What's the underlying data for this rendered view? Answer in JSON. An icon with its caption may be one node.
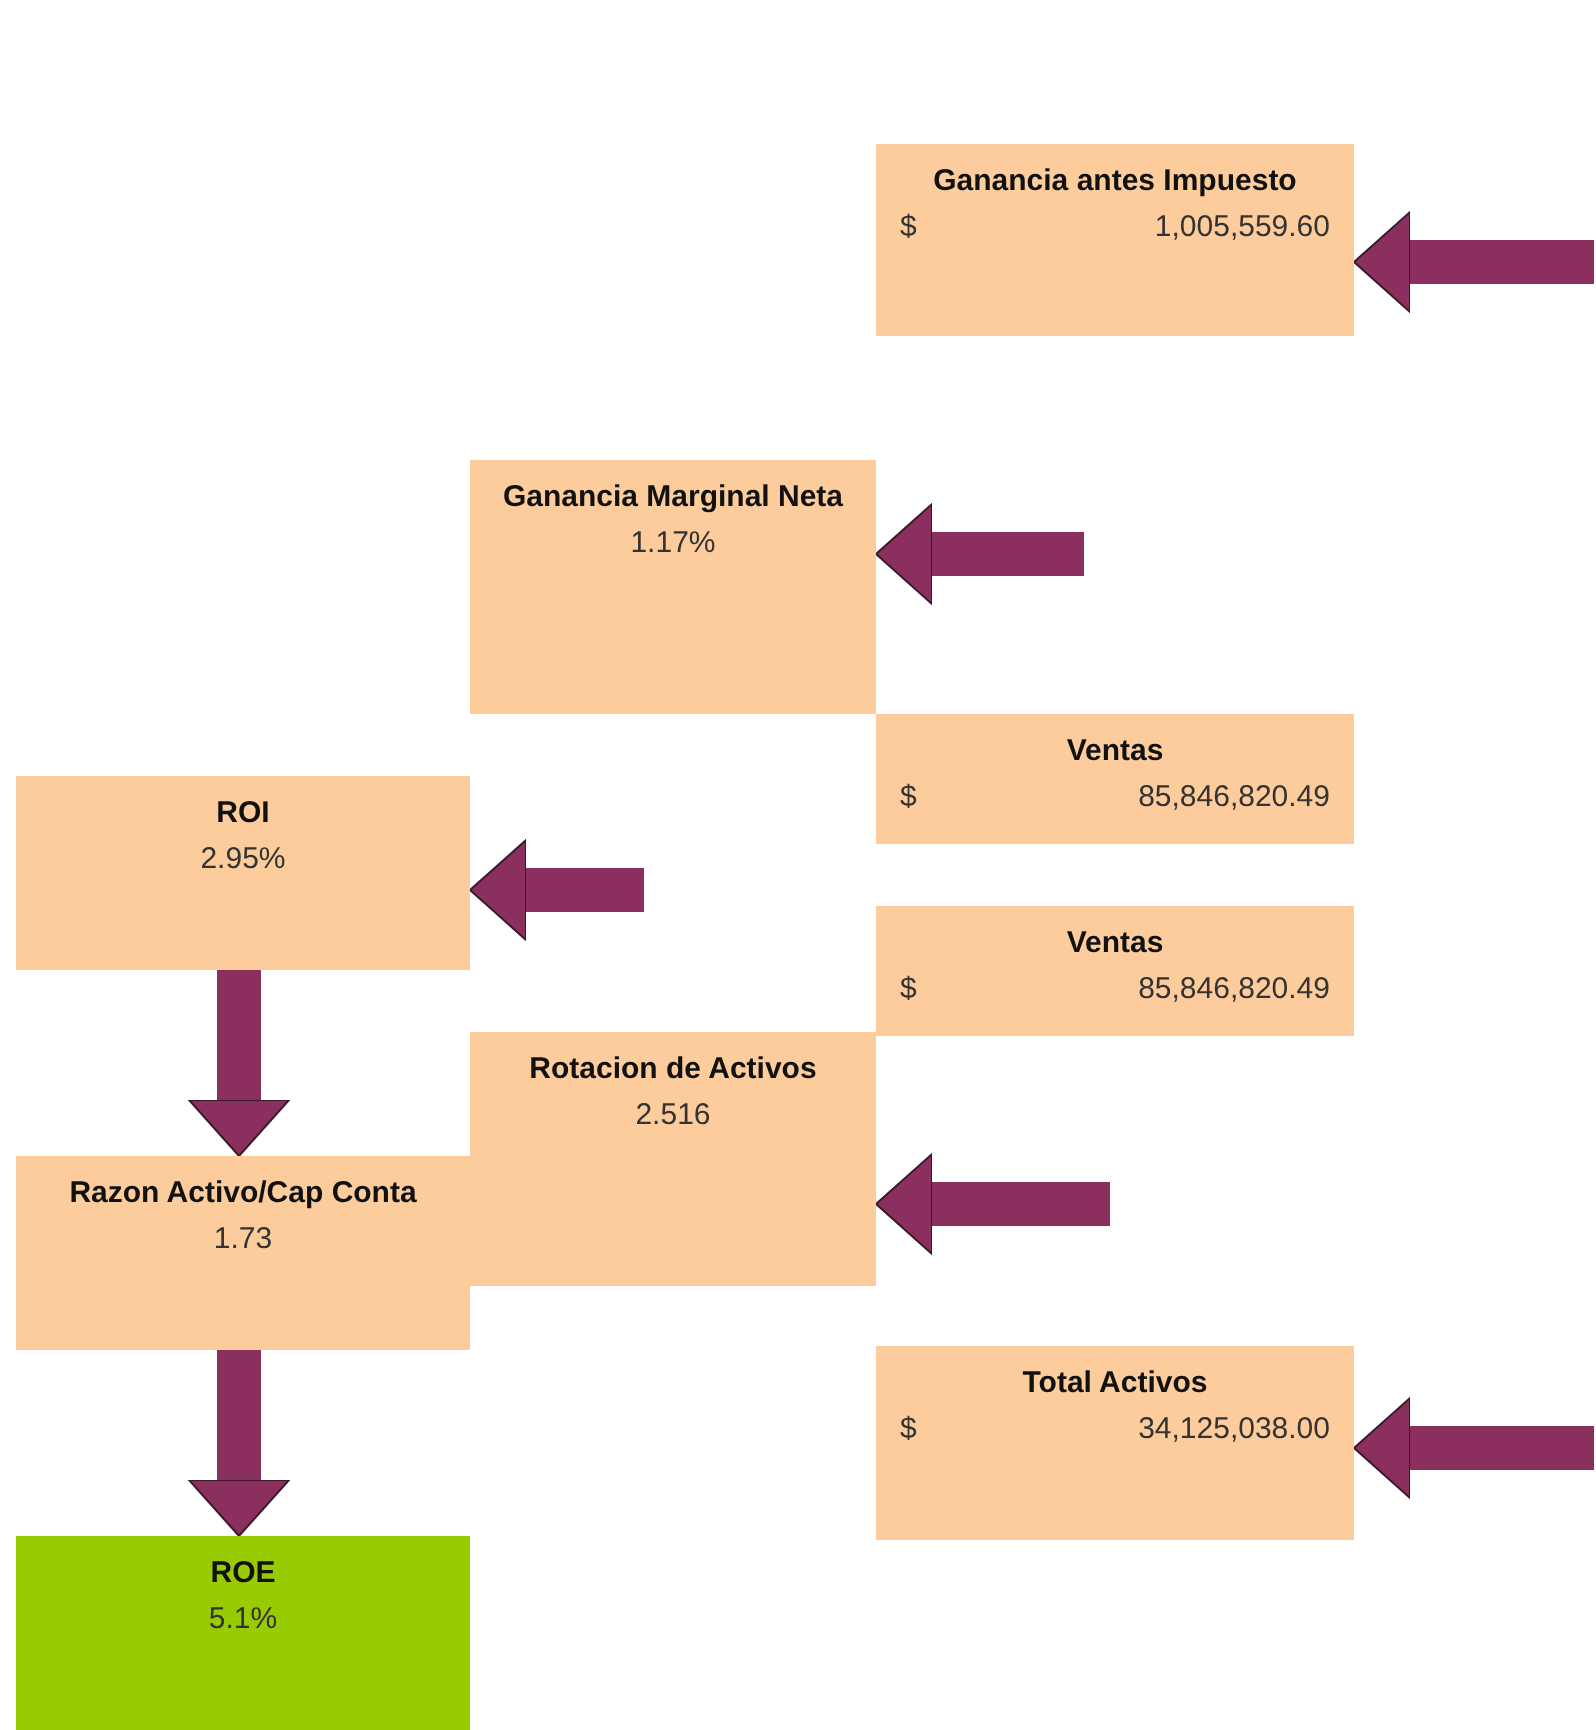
{
  "diagram": {
    "nodes": [
      {
        "text": [
          "Ganancia antes Impuesto",
          "$",
          "1,005,559.60"
        ]
      },
      {
        "text": [
          "Ganancia Marginal Neta",
          "1.17%"
        ]
      },
      {
        "text": [
          "Ventas",
          "$",
          "85,846,820.49"
        ]
      },
      {
        "text": [
          "ROI",
          "2.95%"
        ]
      },
      {
        "text": [
          "Ventas",
          "$",
          "85,846,820.49"
        ]
      },
      {
        "text": [
          "Rotacion de Activos",
          "2.516"
        ]
      },
      {
        "text": [
          "Razon Activo/Cap Conta",
          "1.73"
        ]
      },
      {
        "text": [
          "Total Activos",
          "$",
          "34,125,038.00"
        ]
      },
      {
        "text": [
          "ROE",
          "5.1%"
        ]
      }
    ],
    "edges": [
      {
        "from": null,
        "to": 0,
        "arrow": "to"
      },
      {
        "from": null,
        "to": 1,
        "arrow": "to"
      },
      {
        "from": null,
        "to": 3,
        "arrow": "to"
      },
      {
        "from": 3,
        "to": 6,
        "arrow": "to"
      },
      {
        "from": null,
        "to": 5,
        "arrow": "to"
      },
      {
        "from": null,
        "to": 7,
        "arrow": "to"
      },
      {
        "from": 6,
        "to": 8,
        "arrow": "to"
      }
    ]
  }
}
